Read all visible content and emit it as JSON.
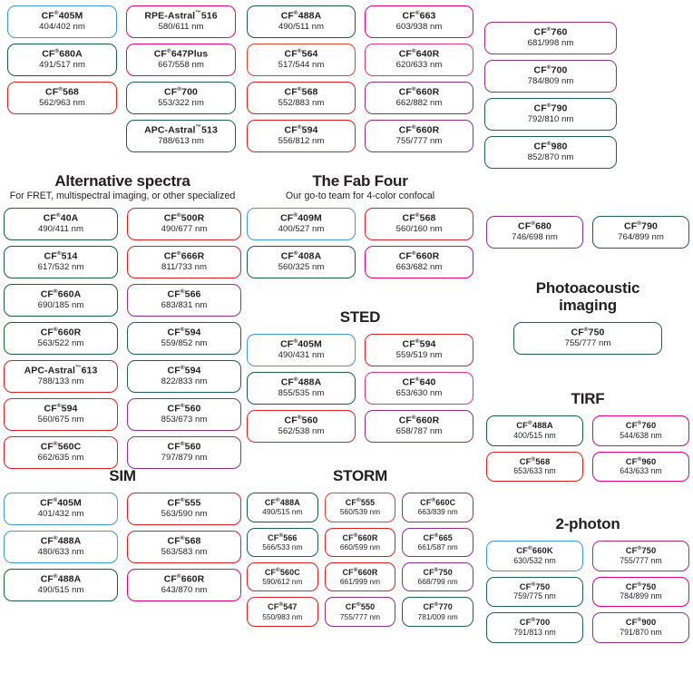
{
  "palette": {
    "blue": "#3d9ad8",
    "green": "#14603a",
    "red": "#e02020",
    "orange_red": "#e2412a",
    "magenta": "#e6007e",
    "pink": "#e6337f",
    "purple": "#8e2f8f",
    "violet": "#7b2d8e",
    "teal": "#1c5f5e",
    "dark_magenta": "#a32b7e"
  },
  "sections": {
    "top_left": {
      "columns": [
        {
          "chips": [
            {
              "name": "CF",
              "reg": "®",
              "number": "405M",
              "wavelength": "404/402 nm",
              "color": "blue"
            },
            {
              "name": "CF",
              "reg": "®",
              "number": "680A",
              "wavelength": "491/517 nm",
              "color": "green"
            },
            {
              "name": "CF",
              "reg": "®",
              "number": "568",
              "wavelength": "562/963 nm",
              "color": "red"
            }
          ]
        },
        {
          "chips": [
            {
              "name": "RPE-Astral",
              "reg": "™",
              "number": "516",
              "wavelength": "580/611 nm",
              "color": "magenta"
            },
            {
              "name": "CF",
              "reg": "®",
              "number": "647Plus",
              "wavelength": "667/558 nm",
              "color": "magenta"
            },
            {
              "name": "CF",
              "reg": "®",
              "number": "700",
              "wavelength": "553/322 nm",
              "color": "teal"
            },
            {
              "name": "APC-Astral",
              "reg": "™",
              "number": "513",
              "wavelength": "788/613 nm",
              "color": "teal"
            }
          ]
        }
      ]
    },
    "top_mid": {
      "columns": [
        {
          "chips": [
            {
              "name": "CF",
              "reg": "®",
              "number": "488A",
              "wavelength": "490/511 nm",
              "color": "green"
            },
            {
              "name": "CF",
              "reg": "®",
              "number": "564",
              "wavelength": "517/544 nm",
              "color": "orange_red"
            },
            {
              "name": "CF",
              "reg": "®",
              "number": "568",
              "wavelength": "552/883 nm",
              "color": "red"
            },
            {
              "name": "CF",
              "reg": "®",
              "number": "594",
              "wavelength": "556/812 nm",
              "color": "red"
            }
          ]
        },
        {
          "chips": [
            {
              "name": "CF",
              "reg": "®",
              "number": "663",
              "wavelength": "603/938 nm",
              "color": "magenta"
            },
            {
              "name": "CF",
              "reg": "®",
              "number": "640R",
              "wavelength": "620/633 nm",
              "color": "pink"
            },
            {
              "name": "CF",
              "reg": "®",
              "number": "660R",
              "wavelength": "662/882 nm",
              "color": "purple"
            },
            {
              "name": "CF",
              "reg": "®",
              "number": "660R",
              "wavelength": "755/777 nm",
              "color": "purple"
            }
          ]
        }
      ]
    },
    "top_right": {
      "chips": [
        {
          "name": "CF",
          "reg": "®",
          "number": "760",
          "wavelength": "681/998 nm",
          "color": "dark_magenta"
        },
        {
          "name": "CF",
          "reg": "®",
          "number": "700",
          "wavelength": "784/809 nm",
          "color": "purple"
        },
        {
          "name": "CF",
          "reg": "®",
          "number": "790",
          "wavelength": "792/810 nm",
          "color": "teal"
        },
        {
          "name": "CF",
          "reg": "®",
          "number": "980",
          "wavelength": "852/870 nm",
          "color": "teal"
        }
      ]
    },
    "alternative_spectra": {
      "title": "Alternative spectra",
      "subtitle": "For FRET, multispectral imaging, or other specialized",
      "columns": [
        {
          "chips": [
            {
              "name": "CF",
              "reg": "®",
              "number": "40A",
              "wavelength": "490/411 nm",
              "color": "green"
            },
            {
              "name": "CF",
              "reg": "®",
              "number": "514",
              "wavelength": "617/532 nm",
              "color": "green"
            },
            {
              "name": "CF",
              "reg": "®",
              "number": "660A",
              "wavelength": "690/185 nm",
              "color": "green"
            },
            {
              "name": "CF",
              "reg": "®",
              "number": "660R",
              "wavelength": "563/522 nm",
              "color": "green"
            },
            {
              "name": "APC-Astral",
              "reg": "™",
              "number": "613",
              "wavelength": "788/133 nm",
              "color": "red"
            },
            {
              "name": "CF",
              "reg": "®",
              "number": "594",
              "wavelength": "560/675 nm",
              "color": "red"
            },
            {
              "name": "CF",
              "reg": "®",
              "number": "560C",
              "wavelength": "662/635 nm",
              "color": "red"
            }
          ]
        },
        {
          "chips": [
            {
              "name": "CF",
              "reg": "®",
              "number": "500R",
              "wavelength": "490/677 nm",
              "color": "red"
            },
            {
              "name": "CF",
              "reg": "®",
              "number": "666R",
              "wavelength": "811/733 nm",
              "color": "red"
            },
            {
              "name": "CF",
              "reg": "®",
              "number": "566",
              "wavelength": "683/831 nm",
              "color": "purple"
            },
            {
              "name": "CF",
              "reg": "®",
              "number": "594",
              "wavelength": "559/852 nm",
              "color": "teal"
            },
            {
              "name": "CF",
              "reg": "®",
              "number": "594",
              "wavelength": "822/833 nm",
              "color": "teal"
            },
            {
              "name": "CF",
              "reg": "®",
              "number": "560",
              "wavelength": "853/673 nm",
              "color": "purple"
            },
            {
              "name": "CF",
              "reg": "®",
              "number": "560",
              "wavelength": "797/879 nm",
              "color": "purple"
            }
          ]
        }
      ]
    },
    "fab_four": {
      "title": "The Fab Four",
      "subtitle": "Our go-to team for 4-color confocal",
      "columns": [
        {
          "chips": [
            {
              "name": "CF",
              "reg": "®",
              "number": "409M",
              "wavelength": "400/527 nm",
              "color": "blue"
            },
            {
              "name": "CF",
              "reg": "®",
              "number": "408A",
              "wavelength": "560/325 nm",
              "color": "green"
            }
          ]
        },
        {
          "chips": [
            {
              "name": "CF",
              "reg": "®",
              "number": "568",
              "wavelength": "560/160 nm",
              "color": "red"
            },
            {
              "name": "CF",
              "reg": "®",
              "number": "660R",
              "wavelength": "663/682 nm",
              "color": "magenta"
            }
          ]
        }
      ]
    },
    "pa_chips": {
      "columns": [
        {
          "chips": [
            {
              "name": "CF",
              "reg": "®",
              "number": "680",
              "wavelength": "746/698 nm",
              "color": "purple"
            }
          ]
        },
        {
          "chips": [
            {
              "name": "CF",
              "reg": "®",
              "number": "790",
              "wavelength": "764/899 nm",
              "color": "teal"
            }
          ]
        }
      ]
    },
    "photoacoustic": {
      "title_line1": "Photoacoustic",
      "title_line2": "imaging",
      "chips": [
        {
          "name": "CF",
          "reg": "®",
          "number": "750",
          "wavelength": "755/777 nm",
          "color": "teal"
        }
      ]
    },
    "sted": {
      "title": "STED",
      "columns": [
        {
          "chips": [
            {
              "name": "CF",
              "reg": "®",
              "number": "405M",
              "wavelength": "490/431 nm",
              "color": "blue"
            },
            {
              "name": "CF",
              "reg": "®",
              "number": "488A",
              "wavelength": "855/535 nm",
              "color": "green"
            },
            {
              "name": "CF",
              "reg": "®",
              "number": "560",
              "wavelength": "562/538 nm",
              "color": "red"
            }
          ]
        },
        {
          "chips": [
            {
              "name": "CF",
              "reg": "®",
              "number": "594",
              "wavelength": "559/519 nm",
              "color": "red"
            },
            {
              "name": "CF",
              "reg": "®",
              "number": "640",
              "wavelength": "653/630 nm",
              "color": "pink"
            },
            {
              "name": "CF",
              "reg": "®",
              "number": "660R",
              "wavelength": "658/787 nm",
              "color": "purple"
            }
          ]
        }
      ]
    },
    "tirf": {
      "title": "TIRF",
      "columns": [
        {
          "chips": [
            {
              "name": "CF",
              "reg": "®",
              "number": "488A",
              "wavelength": "400/515 nm",
              "color": "green"
            },
            {
              "name": "CF",
              "reg": "®",
              "number": "568",
              "wavelength": "653/633 nm",
              "color": "red"
            }
          ]
        },
        {
          "chips": [
            {
              "name": "CF",
              "reg": "®",
              "number": "760",
              "wavelength": "544/638 nm",
              "color": "magenta"
            },
            {
              "name": "CF",
              "reg": "®",
              "number": "960",
              "wavelength": "643/633 nm",
              "color": "magenta"
            }
          ]
        }
      ]
    },
    "sim": {
      "title": "SIM",
      "columns": [
        {
          "chips": [
            {
              "name": "CF",
              "reg": "®",
              "number": "405M",
              "wavelength": "401/432 nm",
              "color": "blue"
            },
            {
              "name": "CF",
              "reg": "®",
              "number": "488A",
              "wavelength": "480/633 nm",
              "color": "blue"
            },
            {
              "name": "CF",
              "reg": "®",
              "number": "488A",
              "wavelength": "490/515 nm",
              "color": "green"
            }
          ]
        },
        {
          "chips": [
            {
              "name": "CF",
              "reg": "®",
              "number": "555",
              "wavelength": "563/590 nm",
              "color": "red"
            },
            {
              "name": "CF",
              "reg": "®",
              "number": "568",
              "wavelength": "563/583 nm",
              "color": "red"
            },
            {
              "name": "CF",
              "reg": "®",
              "number": "660R",
              "wavelength": "643/870 nm",
              "color": "magenta"
            }
          ]
        }
      ]
    },
    "storm": {
      "title": "STORM",
      "columns": [
        {
          "chips": [
            {
              "name": "CF",
              "reg": "®",
              "number": "488A",
              "wavelength": "490/515 nm",
              "color": "green"
            },
            {
              "name": "CF",
              "reg": "®",
              "number": "566",
              "wavelength": "566/533 nm",
              "color": "teal"
            },
            {
              "name": "CF",
              "reg": "®",
              "number": "560C",
              "wavelength": "590/612 nm",
              "color": "red"
            },
            {
              "name": "CF",
              "reg": "®",
              "number": "547",
              "wavelength": "550/983 nm",
              "color": "red"
            }
          ]
        },
        {
          "chips": [
            {
              "name": "CF",
              "reg": "®",
              "number": "555",
              "wavelength": "560/539 nm",
              "color": "orange_red"
            },
            {
              "name": "CF",
              "reg": "®",
              "number": "660R",
              "wavelength": "660/599 nm",
              "color": "red"
            },
            {
              "name": "CF",
              "reg": "®",
              "number": "660R",
              "wavelength": "661/999 nm",
              "color": "red"
            },
            {
              "name": "CF",
              "reg": "®",
              "number": "550",
              "wavelength": "755/777 nm",
              "color": "purple"
            }
          ]
        },
        {
          "chips": [
            {
              "name": "CF",
              "reg": "®",
              "number": "660C",
              "wavelength": "663/839 nm",
              "color": "purple"
            },
            {
              "name": "CF",
              "reg": "®",
              "number": "665",
              "wavelength": "661/587 nm",
              "color": "purple"
            },
            {
              "name": "CF",
              "reg": "®",
              "number": "750",
              "wavelength": "668/799 nm",
              "color": "purple"
            },
            {
              "name": "CF",
              "reg": "®",
              "number": "770",
              "wavelength": "781/009 nm",
              "color": "teal"
            }
          ]
        }
      ]
    },
    "two_photon": {
      "title": "2-photon",
      "columns": [
        {
          "chips": [
            {
              "name": "CF",
              "reg": "®",
              "number": "660K",
              "wavelength": "630/532 nm",
              "color": "blue"
            },
            {
              "name": "CF",
              "reg": "®",
              "number": "750",
              "wavelength": "759/775 nm",
              "color": "teal"
            },
            {
              "name": "CF",
              "reg": "®",
              "number": "700",
              "wavelength": "791/813 nm",
              "color": "teal"
            }
          ]
        },
        {
          "chips": [
            {
              "name": "CF",
              "reg": "®",
              "number": "750",
              "wavelength": "755/777 nm",
              "color": "dark_magenta"
            },
            {
              "name": "CF",
              "reg": "®",
              "number": "750",
              "wavelength": "784/899 nm",
              "color": "magenta"
            },
            {
              "name": "CF",
              "reg": "®",
              "number": "900",
              "wavelength": "791/870 nm",
              "color": "purple"
            }
          ]
        }
      ]
    }
  }
}
